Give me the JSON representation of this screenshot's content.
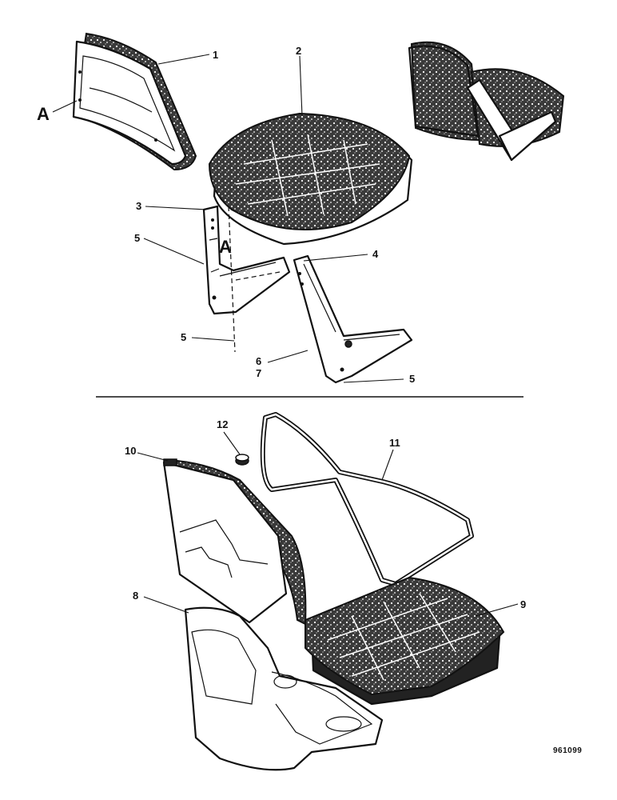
{
  "drawing_id": "961099",
  "view_markers": [
    "A",
    "A"
  ],
  "callouts": [
    {
      "label": "1"
    },
    {
      "label": "2"
    },
    {
      "label": "3"
    },
    {
      "label": "4"
    },
    {
      "label": "5"
    },
    {
      "label": "5"
    },
    {
      "label": "5"
    },
    {
      "label": "6"
    },
    {
      "label": "7"
    },
    {
      "label": "8"
    },
    {
      "label": "9"
    },
    {
      "label": "10"
    },
    {
      "label": "11"
    },
    {
      "label": "12"
    }
  ]
}
